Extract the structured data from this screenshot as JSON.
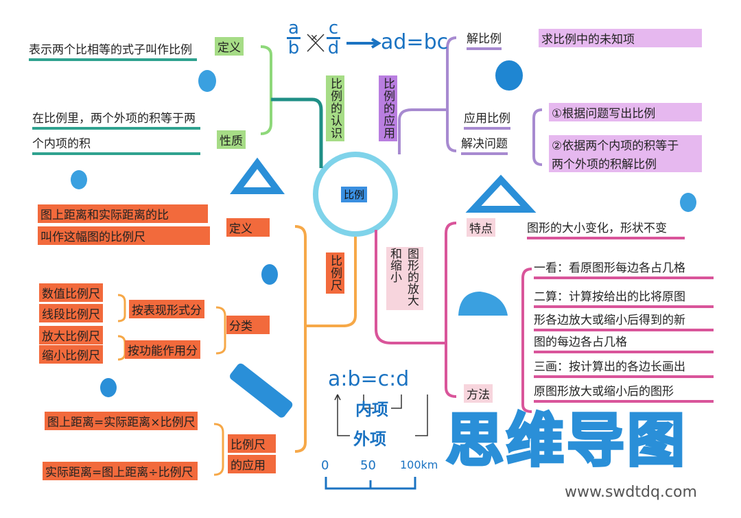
{
  "center": "比例",
  "formula": {
    "a": "a",
    "b": "b",
    "c": "c",
    "d": "d",
    "cross": "✕",
    "result": "ad=bc"
  },
  "branches": {
    "recognition": {
      "label": "比例的认识",
      "definition": {
        "tag": "定义",
        "text": "表示两个比相等的式子叫作比例"
      },
      "property": {
        "tag": "性质",
        "lines": [
          "在比例里，两个外项的积等于两",
          "个内项的积"
        ]
      }
    },
    "application": {
      "label": "比例的应用",
      "solve": {
        "tag": "解比例",
        "text": "求比例中的未知项"
      },
      "problems": {
        "tag_lines": [
          "应用比例",
          "解决问题"
        ],
        "steps": [
          "①根据问题写出比例",
          "②依据两个内项的积等于",
          "两个外项的积解比例"
        ]
      }
    },
    "scale": {
      "label": "比例尺",
      "definition": {
        "tag": "定义",
        "lines": [
          "图上距离和实际距离的比",
          "叫作这幅图的比例尺"
        ]
      },
      "classification": {
        "tag": "分类",
        "by_form": {
          "tag": "按表现形式分",
          "items": [
            "数值比例尺",
            "线段比例尺"
          ]
        },
        "by_function": {
          "tag": "按功能作用分",
          "items": [
            "放大比例尺",
            "缩小比例尺"
          ]
        }
      },
      "usage": {
        "tag_lines": [
          "比例尺",
          "的应用"
        ],
        "formulas": [
          "图上距离=实际距离×比例尺",
          "实际距离=图上距离÷比例尺"
        ]
      }
    },
    "resize": {
      "label": "图形的放大和缩小",
      "feature": {
        "tag": "特点",
        "text": "图形的大小变化，形状不变"
      },
      "method": {
        "tag": "方法",
        "lines": [
          "一看：看原图形每边各占几格",
          "二算：计算按给出的比将原图",
          "形各边放大或缩小后得到的新",
          "图的每边各占几格",
          "三画：按计算出的各边长画出",
          "原图形放大或缩小后的图形"
        ]
      }
    }
  },
  "proportion_terms": {
    "expr": "a:b=c:d",
    "inner": "内项",
    "outer": "外项"
  },
  "scale_bar": {
    "ticks": [
      "0",
      "50",
      "100km"
    ]
  },
  "title": "思维导图",
  "watermark": "www.swdtdq.com"
}
